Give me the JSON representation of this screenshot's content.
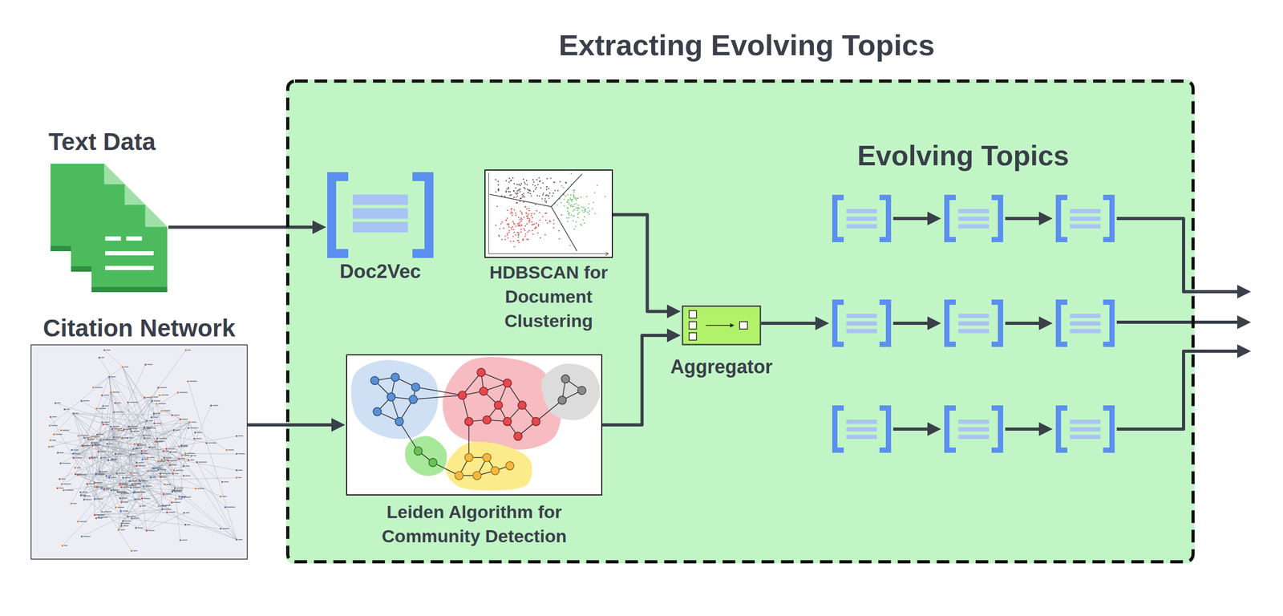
{
  "diagram": {
    "nodes": [
      {
        "text": [
          "Extracting Evolving Topics"
        ]
      },
      {
        "text": [
          "Text Data"
        ]
      },
      {
        "text": [
          "Citation Network"
        ]
      },
      {
        "text": [
          "Doc2Vec"
        ],
        "in": 0
      },
      {
        "text": [
          "HDBSCAN for Document Clustering"
        ],
        "in": 0
      },
      {
        "text": [
          "Leiden Algorithm for Community Detection"
        ],
        "in": 0
      },
      {
        "text": [
          "Aggregator"
        ],
        "in": 0
      }
    ],
    "edges": [
      {
        "from": 1,
        "to": 3,
        "arrow": "to"
      },
      {
        "from": 4,
        "to": 6,
        "arrow": "to"
      },
      {
        "from": 2,
        "to": 5,
        "arrow": "to"
      },
      {
        "from": 5,
        "to": 6,
        "arrow": "to"
      }
    ],
    "labels": [
      "Evolving Topics"
    ]
  }
}
